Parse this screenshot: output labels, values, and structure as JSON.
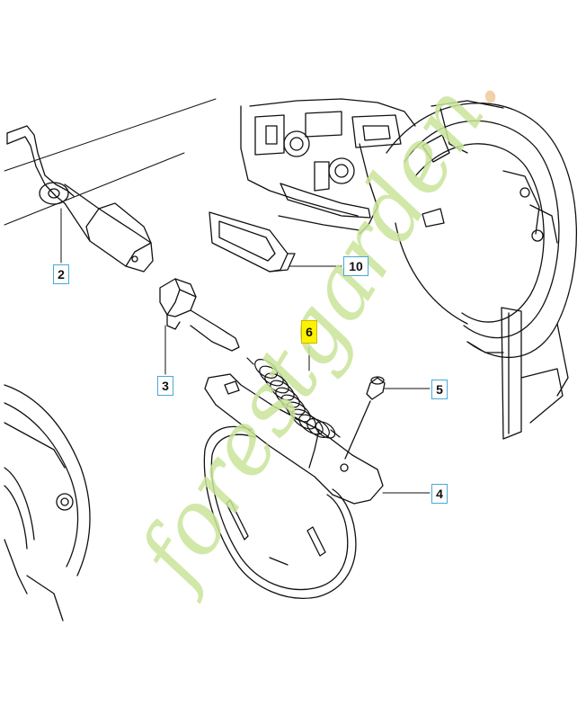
{
  "callouts": [
    {
      "id": "2",
      "highlight": false
    },
    {
      "id": "3",
      "highlight": false
    },
    {
      "id": "4",
      "highlight": false
    },
    {
      "id": "5",
      "highlight": false
    },
    {
      "id": "6",
      "highlight": true
    },
    {
      "id": "10",
      "highlight": false
    }
  ],
  "watermark": {
    "text": "forestgarden.com",
    "colors": {
      "forest": "#c9e59a",
      "garden": "#c9e59a",
      "dot": "#f0c99a",
      "com": "#d6d0c8"
    }
  },
  "colors": {
    "line": "#111111",
    "callout_border": "#4aa8d8",
    "highlight_fill": "#fff200"
  }
}
